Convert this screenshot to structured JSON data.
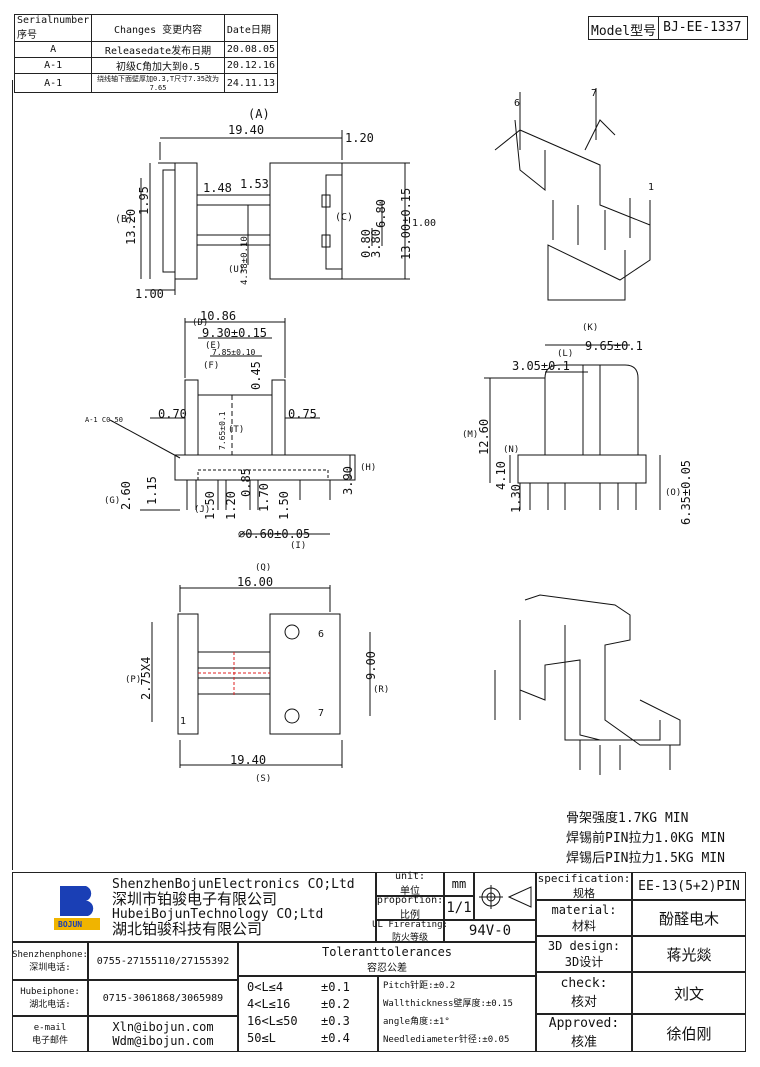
{
  "revision_table": {
    "headers": [
      "Serialnumber序号",
      "Changes 变更内容",
      "Date日期"
    ],
    "rows": [
      [
        "A",
        "Releasedate发布日期",
        "20.08.05"
      ],
      [
        "A-1",
        "初级C角加大到0.5",
        "20.12.16"
      ],
      [
        "A-1",
        "绕线轴下面壁厚加0.3,T尺寸7.35改为7.65",
        "24.11.13"
      ]
    ]
  },
  "model": {
    "label": "Model型号",
    "value": "BJ-EE-1337"
  },
  "dimensions": {
    "view1": [
      "(A)",
      "19.40",
      "1.20",
      "1.48",
      "1.53",
      "1.95",
      "(B)",
      "13.20",
      "4.38±0.10",
      "(U)",
      "0.80",
      "3.80",
      "6.80",
      "13.00±0.15",
      "(C)",
      "1.00"
    ],
    "view2": [
      "10.86",
      "(D)",
      "9.30±0.15",
      "(E)",
      "7.85±0.10",
      "(F)",
      "0.45",
      "0.70",
      "0.75",
      "A-1 C0.50",
      "7.65±0.1",
      "(T)",
      "(H)",
      "3.90",
      "(G)",
      "2.60",
      "1.15",
      "1.50",
      "(J)",
      "1.20",
      "0.85",
      "1.70",
      "1.50",
      "⌀0.60±0.05",
      "(I)"
    ],
    "view3": [
      "(K)",
      "9.65±0.1",
      "(L)",
      "3.05±0.1",
      "(M)",
      "12.60",
      "(N)",
      "4.10",
      "1.30",
      "(O)",
      "6.35±0.05"
    ],
    "view4": [
      "(Q)",
      "16.00",
      "(P)",
      "2.75X4",
      "9.00",
      "(R)",
      "19.40",
      "(S)"
    ],
    "pin_labels": [
      "6",
      "7",
      "1"
    ]
  },
  "notes": [
    "骨架强度1.7KG MIN",
    "焊锡前PIN拉力1.0KG MIN",
    "焊锡后PIN拉力1.5KG MIN"
  ],
  "company": {
    "logo_text": "BOJUN",
    "name_en_1": "ShenzhenBojunElectronics CO;Ltd",
    "name_cn_1": "深圳市铂骏电子有限公司",
    "name_en_2": "HubeiBojunTechnology CO;Ltd",
    "name_cn_2": "湖北铂骏科技有限公司"
  },
  "title_block": {
    "unit_label": "unit:\n单位",
    "unit_value": "mm",
    "proportion_label": "proportion:\n比例",
    "proportion_value": "1/1",
    "ul_label": "UL Firerating:\n防火等级",
    "ul_value": "94V-0",
    "spec_label": "specification:\n规格",
    "spec_value": "EE-13(5+2)PIN",
    "material_label": "material:\n材料",
    "material_value": "酚醛电木",
    "design_label": "3D design:\n3D设计",
    "design_value": "蒋光燚",
    "check_label": "check:\n核对",
    "check_value": "刘文",
    "approved_label": "Approved:\n核准",
    "approved_value": "徐伯刚"
  },
  "contacts": {
    "sz_label": "Shenzhenphone:\n深圳电话:",
    "sz_value": "0755-27155110/27155392",
    "hb_label": "Hubeiphone:\n湖北电话:",
    "hb_value": "0715-3061868/3065989",
    "email_label": "e-mail\n电子邮件",
    "email_1": "Xln@ibojun.com",
    "email_2": "Wdm@ibojun.com"
  },
  "tolerances": {
    "title": "Toleranttolerances",
    "subtitle": "容忍公差",
    "ranges": [
      [
        "0<L≤4",
        "±0.1"
      ],
      [
        "4<L≤16",
        "±0.2"
      ],
      [
        "16<L≤50",
        "±0.3"
      ],
      [
        "50≤L",
        "±0.4"
      ]
    ],
    "extra": [
      "Pitch针距:±0.2",
      "Wallthickness壁厚度:±0.15",
      "angle角度:±1°",
      "Needlediameter针径:±0.05"
    ]
  }
}
